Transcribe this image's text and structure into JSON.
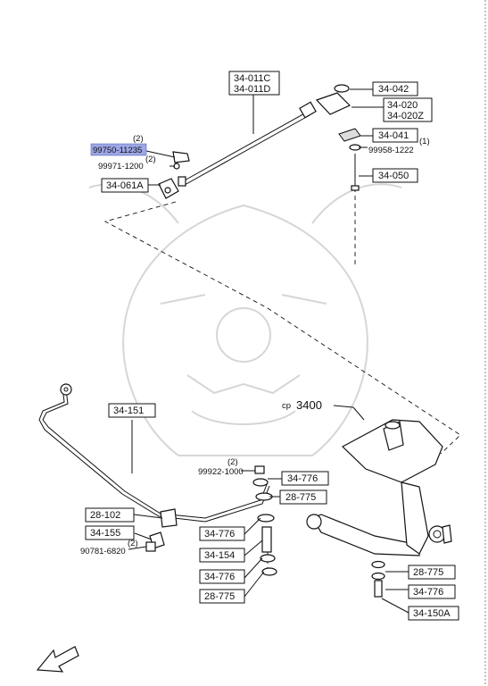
{
  "callouts": {
    "c_34011": [
      "34-011C",
      "34-011D"
    ],
    "c_34042": "34-042",
    "c_34020": [
      "34-020",
      "34-020Z"
    ],
    "c_34041": "34-041",
    "c_34041_qty": "(1)",
    "c_99958": "99958-1222",
    "c_34050": "34-050",
    "c_99750": "99750-11235",
    "c_99750_qty": "(2)",
    "c_99971": "99971-1200",
    "c_99971_qty": "(2)",
    "c_34061a": "34-061A",
    "c_34151": "34-151",
    "c_3400": "3400",
    "c_3400_prefix": "cp",
    "c_99922": "99922-1000",
    "c_99922_qty": "(2)",
    "c_34776_a": "34-776",
    "c_28775_a": "28-775",
    "c_28102": "28-102",
    "c_34155": "34-155",
    "c_90781": "90781-6820",
    "c_90781_qty": "(2)",
    "c_34776_b": "34-776",
    "c_34154": "34-154",
    "c_34776_c": "34-776",
    "c_28775_b": "28-775",
    "c_28775_c": "28-775",
    "c_34776_d": "34-776",
    "c_34150a": "34-150A",
    "fwd": "FWD"
  },
  "colors": {
    "highlight": "#9da7e6",
    "line": "#111111",
    "watermark": "#d6d6d6"
  },
  "icons": {
    "direction": "fwd-arrow-icon",
    "watermark": "samurai-helmet-watermark"
  }
}
